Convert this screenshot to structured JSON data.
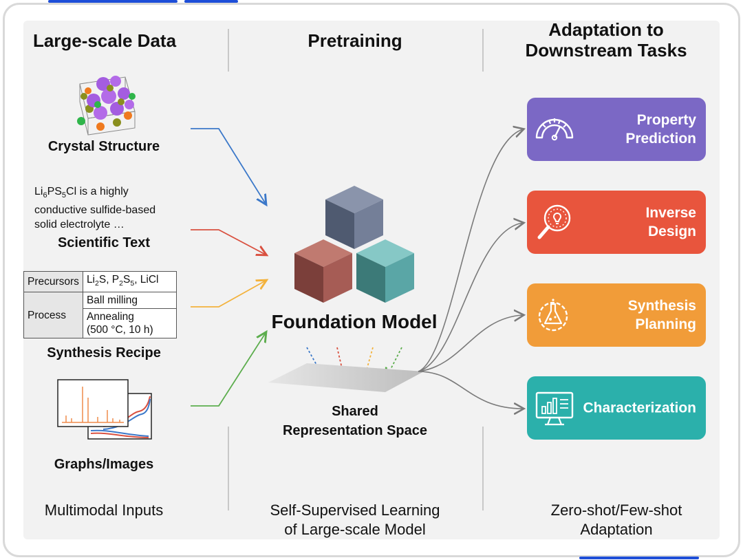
{
  "columns": {
    "data_title": "Large-scale Data",
    "pretrain_title": "Pretraining",
    "adapt_title_1": "Adaptation to",
    "adapt_title_2": "Downstream Tasks"
  },
  "inputs": {
    "crystal_label": "Crystal Structure",
    "text_line1_a": "Li",
    "text_line1_sub1": "6",
    "text_line1_b": "PS",
    "text_line1_sub2": "5",
    "text_line1_c": "Cl is a highly",
    "text_line2": "conductive sulfide-based",
    "text_line3": "solid electrolyte …",
    "text_label": "Scientific Text",
    "recipe": {
      "precursors_head": "Precursors",
      "precursors_val_a": "Li",
      "precursors_sub_a": "2",
      "precursors_val_b": "S, P",
      "precursors_sub_b": "2",
      "precursors_val_c": "S",
      "precursors_sub_c": "5",
      "precursors_val_d": ", LiCl",
      "process_head": "Process",
      "step1": "Ball milling",
      "step2_line1": "Annealing",
      "step2_line2": "(500 °C, 10 h)"
    },
    "recipe_label": "Synthesis Recipe",
    "graphs_label": "Graphs/Images"
  },
  "model": {
    "title": "Foundation Model",
    "space_line1": "Shared",
    "space_line2": "Representation Space"
  },
  "tasks": [
    {
      "label": "Property\nPrediction",
      "color": "#7b68c5",
      "icon": "gauge-icon"
    },
    {
      "label": "Inverse\nDesign",
      "color": "#e8553d",
      "icon": "magnifier-bulb-icon"
    },
    {
      "label": "Synthesis\nPlanning",
      "color": "#f19c39",
      "icon": "flask-gear-icon"
    },
    {
      "label": "Characterization",
      "color": "#2bb0ab",
      "icon": "monitor-chart-icon"
    }
  ],
  "footers": {
    "left": "Multimodal Inputs",
    "middle_1": "Self-Supervised Learning",
    "middle_2": "of Large-scale Model",
    "right_1": "Zero-shot/Few-shot",
    "right_2": "Adaptation"
  },
  "colors": {
    "arrow_crystal": "#3b78c9",
    "arrow_text": "#d9503f",
    "arrow_recipe": "#f3b23c",
    "arrow_graph": "#5cad4d",
    "cube_top": "#6e7a93",
    "cube_left": "#a65c55",
    "cube_right": "#5aa6a6"
  }
}
